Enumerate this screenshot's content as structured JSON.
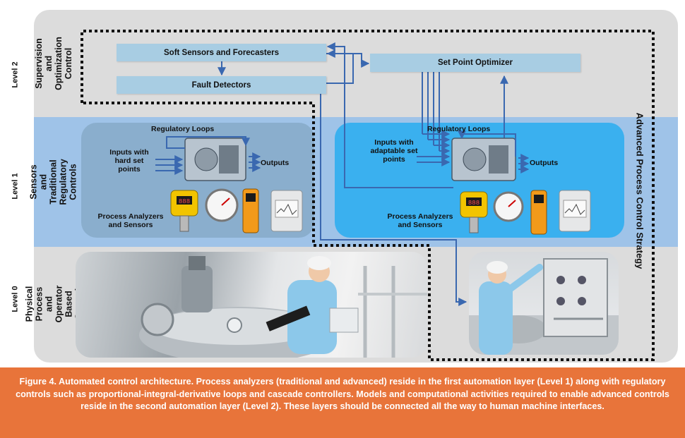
{
  "levels": {
    "level2": {
      "label": "Level 2",
      "title": "Supervision and Optimization Control"
    },
    "level1": {
      "label": "Level 1",
      "title": "Sensors and Traditional Regulatory Controls"
    },
    "level0": {
      "label": "Level 0",
      "title": "Physical Process and Operator Based Control"
    }
  },
  "level2_boxes": {
    "soft_sensors": "Soft Sensors and Forecasters",
    "fault_detectors": "Fault Detectors",
    "set_point_optimizer": "Set Point Optimizer"
  },
  "left_panel": {
    "regulatory_loops": "Regulatory Loops",
    "inputs": "Inputs with hard set points",
    "outputs": "Outputs",
    "analyzers": "Process Analyzers and Sensors",
    "meter_display": "888"
  },
  "right_panel": {
    "regulatory_loops": "Regulatory Loops",
    "inputs": "Inputs with adaptable set points",
    "outputs": "Outputs",
    "analyzers": "Process Analyzers and Sensors",
    "meter_display": "888"
  },
  "side_label": "Advanced Process Control Strategy",
  "caption": "Figure 4. Automated control architecture. Process analyzers (traditional and advanced) reside in the first automation layer (Level 1) along with regulatory controls such as proportional-integral-derivative loops and cascade controllers. Models and computational activities required to enable advanced controls reside in the second automation layer (Level 2). These layers should be connected all the way to human machine interfaces.",
  "colors": {
    "caption_bg": "#e8743a",
    "frame_bg": "#dcdcdc",
    "level1_band": "#9fc3e8",
    "box_fill": "#a8cde3",
    "left_panel": "#8aaecd",
    "right_panel": "#3ab0ef",
    "arrow": "#3a68b0"
  }
}
